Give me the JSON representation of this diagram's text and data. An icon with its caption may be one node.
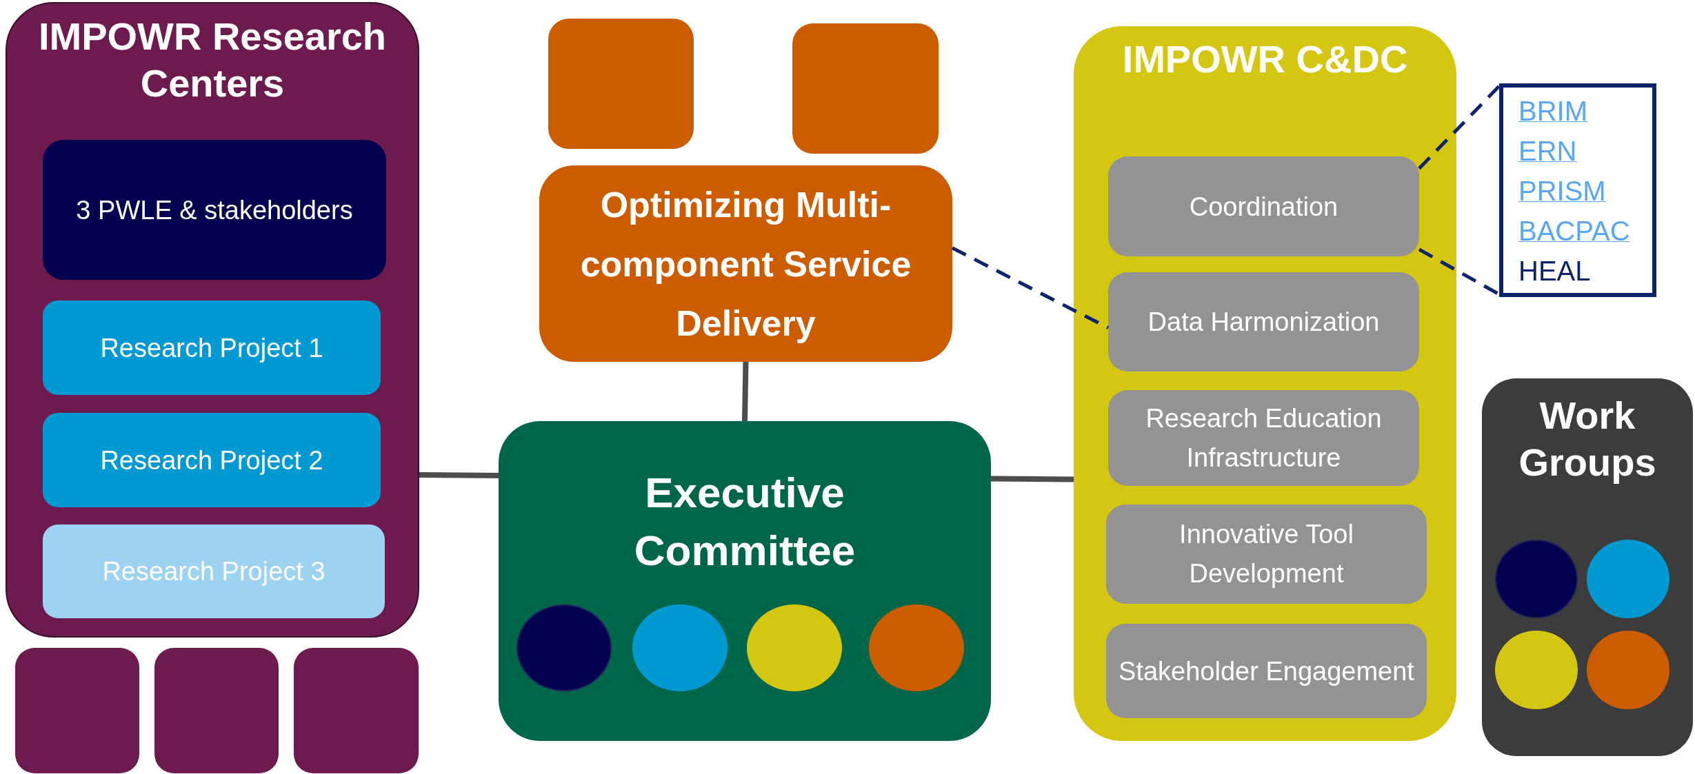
{
  "diagram": {
    "nodes": [
      {
        "text": [
          "IMPOWR Research Centers"
        ]
      },
      {
        "text": [
          "3 PWLE & stakeholders"
        ],
        "in": 0
      },
      {
        "text": [
          "Research Project 1"
        ],
        "in": 0
      },
      {
        "text": [
          "Research Project 2"
        ],
        "in": 0
      },
      {
        "text": [
          "Research Project 3"
        ],
        "in": 0
      },
      {
        "text": [],
        "shape": "box"
      },
      {
        "text": [],
        "shape": "box"
      },
      {
        "text": [
          "Optimizing Multi-component Service Delivery"
        ]
      },
      {
        "text": [
          "IMPOWR C&DC"
        ]
      },
      {
        "text": [
          "Coordination"
        ],
        "in": 8
      },
      {
        "text": [
          "Data Harmonization"
        ],
        "in": 8
      },
      {
        "text": [
          "Research Education Infrastructure"
        ],
        "in": 8
      },
      {
        "text": [
          "Innovative Tool Development"
        ],
        "in": 8
      },
      {
        "text": [
          "Stakeholder Engagement"
        ],
        "in": 8
      },
      {
        "text": [
          "BRIM",
          "ERN",
          "PRISM",
          "BACPAC",
          "HEAL"
        ]
      },
      {
        "text": [
          "Executive Committee"
        ]
      },
      {
        "text": [],
        "shape": "circle",
        "in": 15
      },
      {
        "text": [],
        "shape": "circle",
        "in": 15
      },
      {
        "text": [],
        "shape": "circle",
        "in": 15
      },
      {
        "text": [],
        "shape": "circle",
        "in": 15
      },
      {
        "text": [
          "Work Groups"
        ]
      },
      {
        "text": [],
        "shape": "circle",
        "in": 20
      },
      {
        "text": [],
        "shape": "circle",
        "in": 20
      },
      {
        "text": [],
        "shape": "circle",
        "in": 20
      },
      {
        "text": [],
        "shape": "circle",
        "in": 20
      },
      {
        "text": [],
        "shape": "box"
      },
      {
        "text": [],
        "shape": "box"
      },
      {
        "text": [],
        "shape": "box"
      }
    ],
    "edges": [
      {
        "from": 0,
        "to": 15,
        "arrow": "none"
      },
      {
        "from": 7,
        "to": 15,
        "arrow": "none"
      },
      {
        "from": 15,
        "to": 8,
        "arrow": "none"
      },
      {
        "from": 7,
        "to": 10,
        "arrow": "none",
        "style": "dashed",
        "color": "#0d236b"
      },
      {
        "from": 9,
        "to": 14,
        "arrow": "none",
        "style": "dashed",
        "color": "#0d236b"
      },
      {
        "from": 9,
        "to": 14,
        "arrow": "none",
        "style": "dashed",
        "color": "#0d236b"
      }
    ]
  }
}
